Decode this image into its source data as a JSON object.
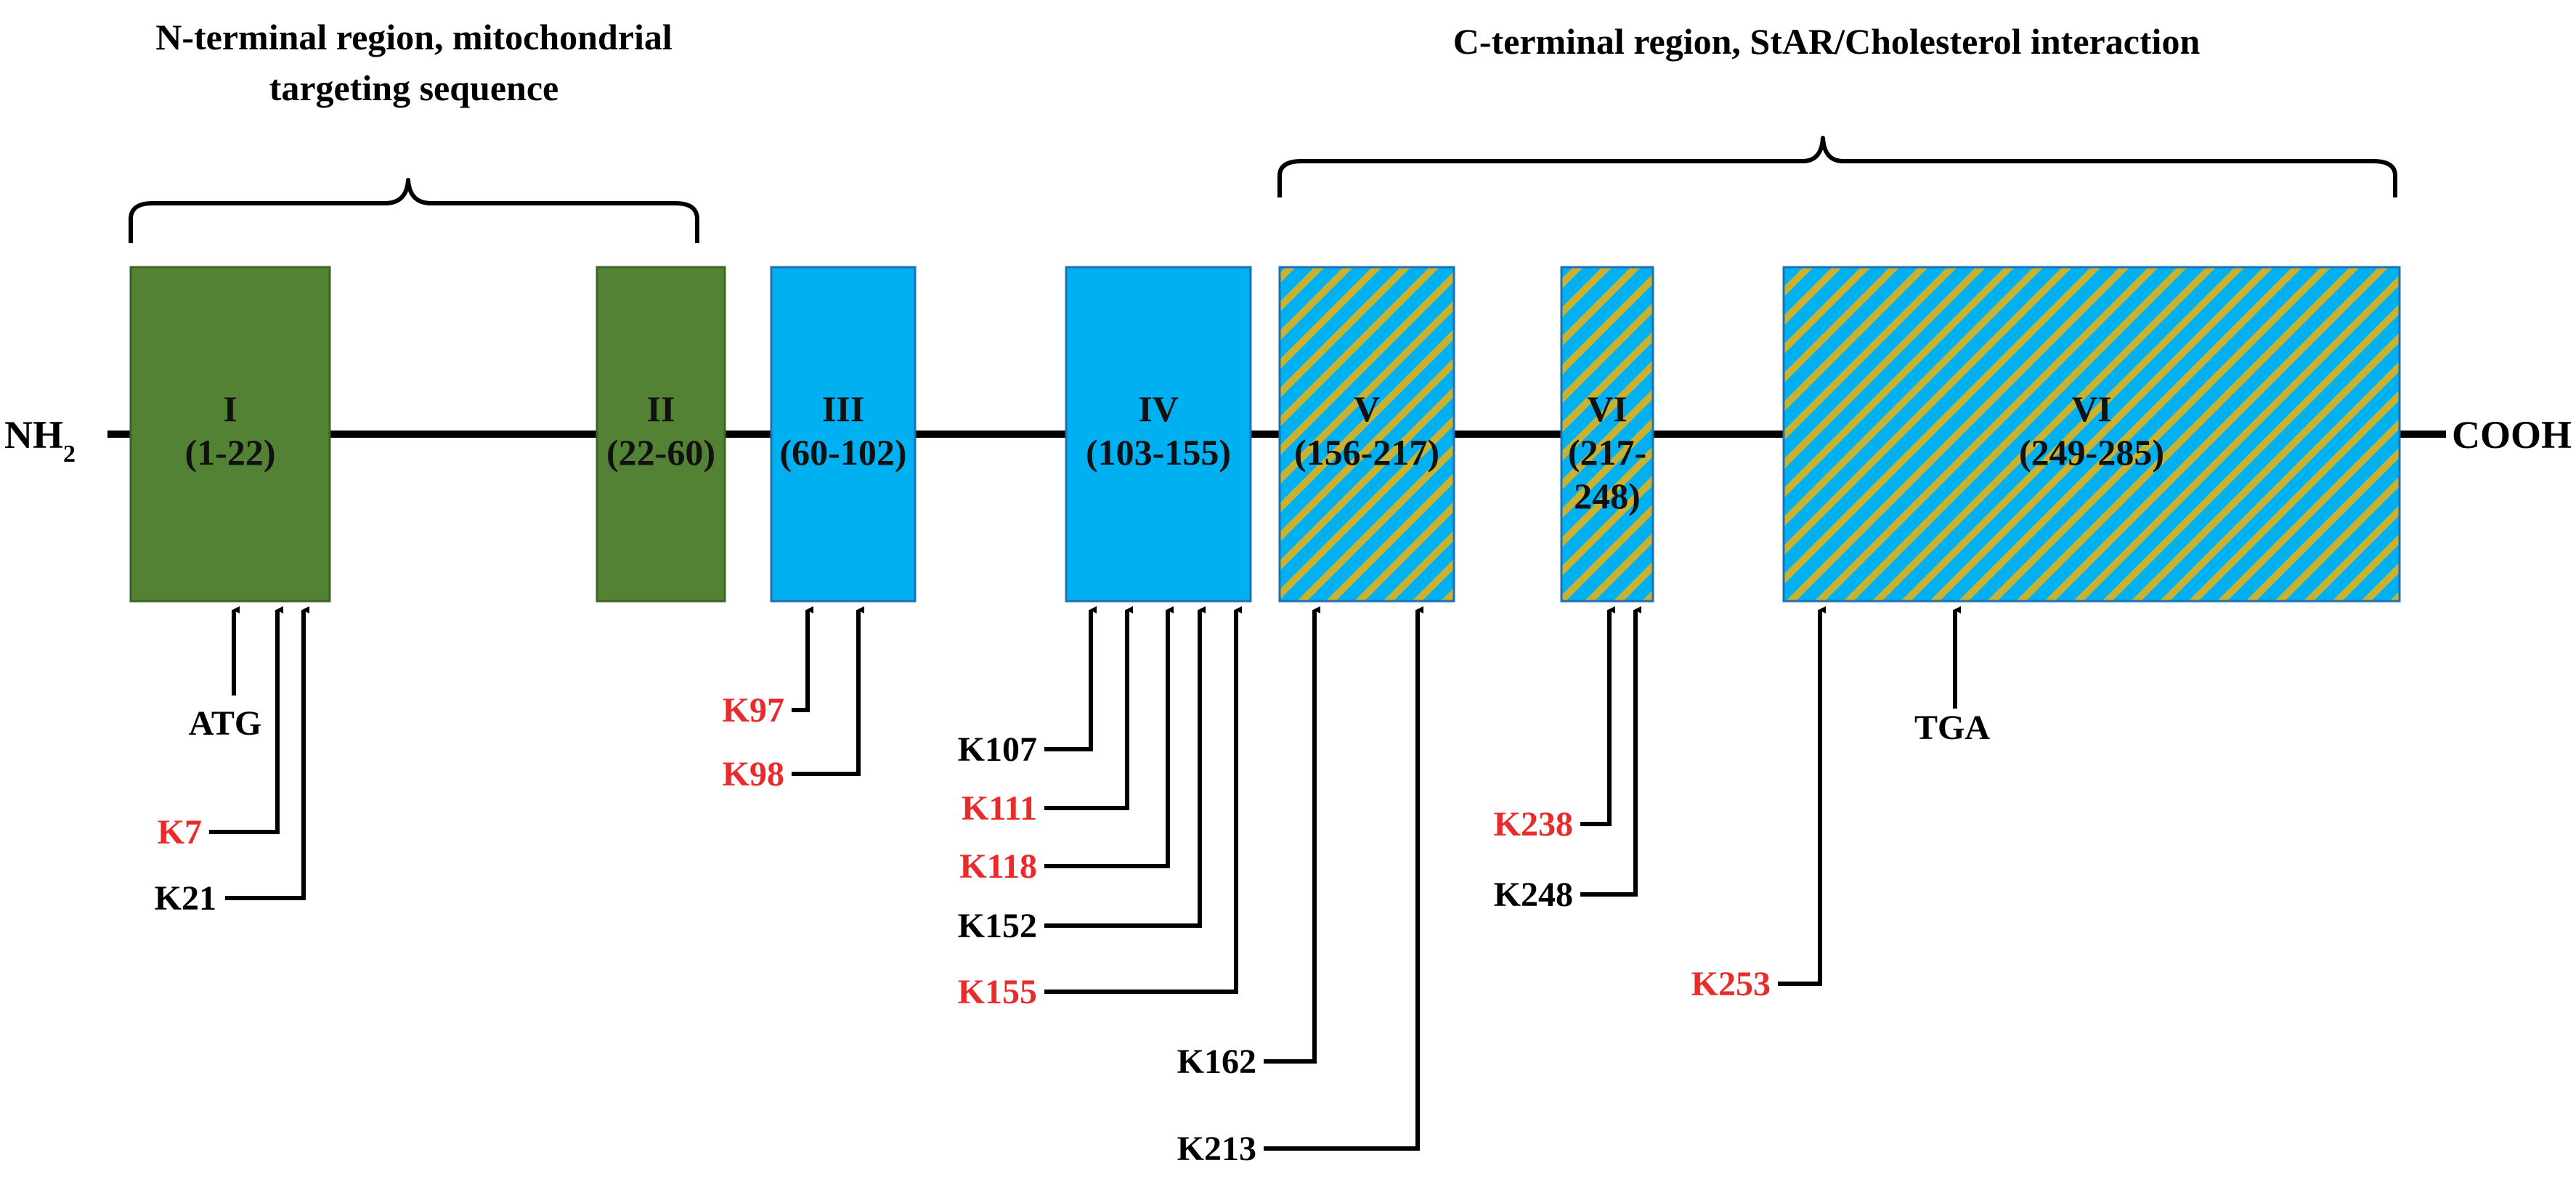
{
  "regions": {
    "n_terminal": {
      "line1": "N-terminal region, mitochondrial",
      "line2": "targeting  sequence"
    },
    "c_terminal": {
      "line1": "C-terminal region, StAR/Cholesterol interaction"
    }
  },
  "termini": {
    "left": "NH",
    "left_sub": "2",
    "right": "COOH"
  },
  "exons": [
    {
      "id": "I",
      "range": "(1-22)",
      "style": "green"
    },
    {
      "id": "II",
      "range": "(22-60)",
      "style": "green"
    },
    {
      "id": "III",
      "range": "(60-102)",
      "style": "blue"
    },
    {
      "id": "IV",
      "range": "(103-155)",
      "style": "blue"
    },
    {
      "id": "V",
      "range": "(156-217)",
      "style": "hatched"
    },
    {
      "id": "VI",
      "range_line1": "(217-",
      "range_line2": "248)",
      "style": "hatched"
    },
    {
      "id": "VI",
      "range": "(249-285)",
      "style": "hatched"
    }
  ],
  "sites": [
    {
      "label": "ATG",
      "highlight": false
    },
    {
      "label": "K7",
      "highlight": true
    },
    {
      "label": "K21",
      "highlight": false
    },
    {
      "label": "K97",
      "highlight": true
    },
    {
      "label": "K98",
      "highlight": true
    },
    {
      "label": "K107",
      "highlight": false
    },
    {
      "label": "K111",
      "highlight": true
    },
    {
      "label": "K118",
      "highlight": true
    },
    {
      "label": "K152",
      "highlight": false
    },
    {
      "label": "K155",
      "highlight": true
    },
    {
      "label": "K162",
      "highlight": false
    },
    {
      "label": "K213",
      "highlight": false
    },
    {
      "label": "K238",
      "highlight": true
    },
    {
      "label": "K248",
      "highlight": false
    },
    {
      "label": "K253",
      "highlight": true
    },
    {
      "label": "TGA",
      "highlight": false
    }
  ],
  "colors": {
    "green_exon": "#548235",
    "blue_exon": "#00b0f0",
    "hatch_stripe": "#c9b132",
    "highlight_text": "#ea2b2b",
    "line": "#000000"
  }
}
